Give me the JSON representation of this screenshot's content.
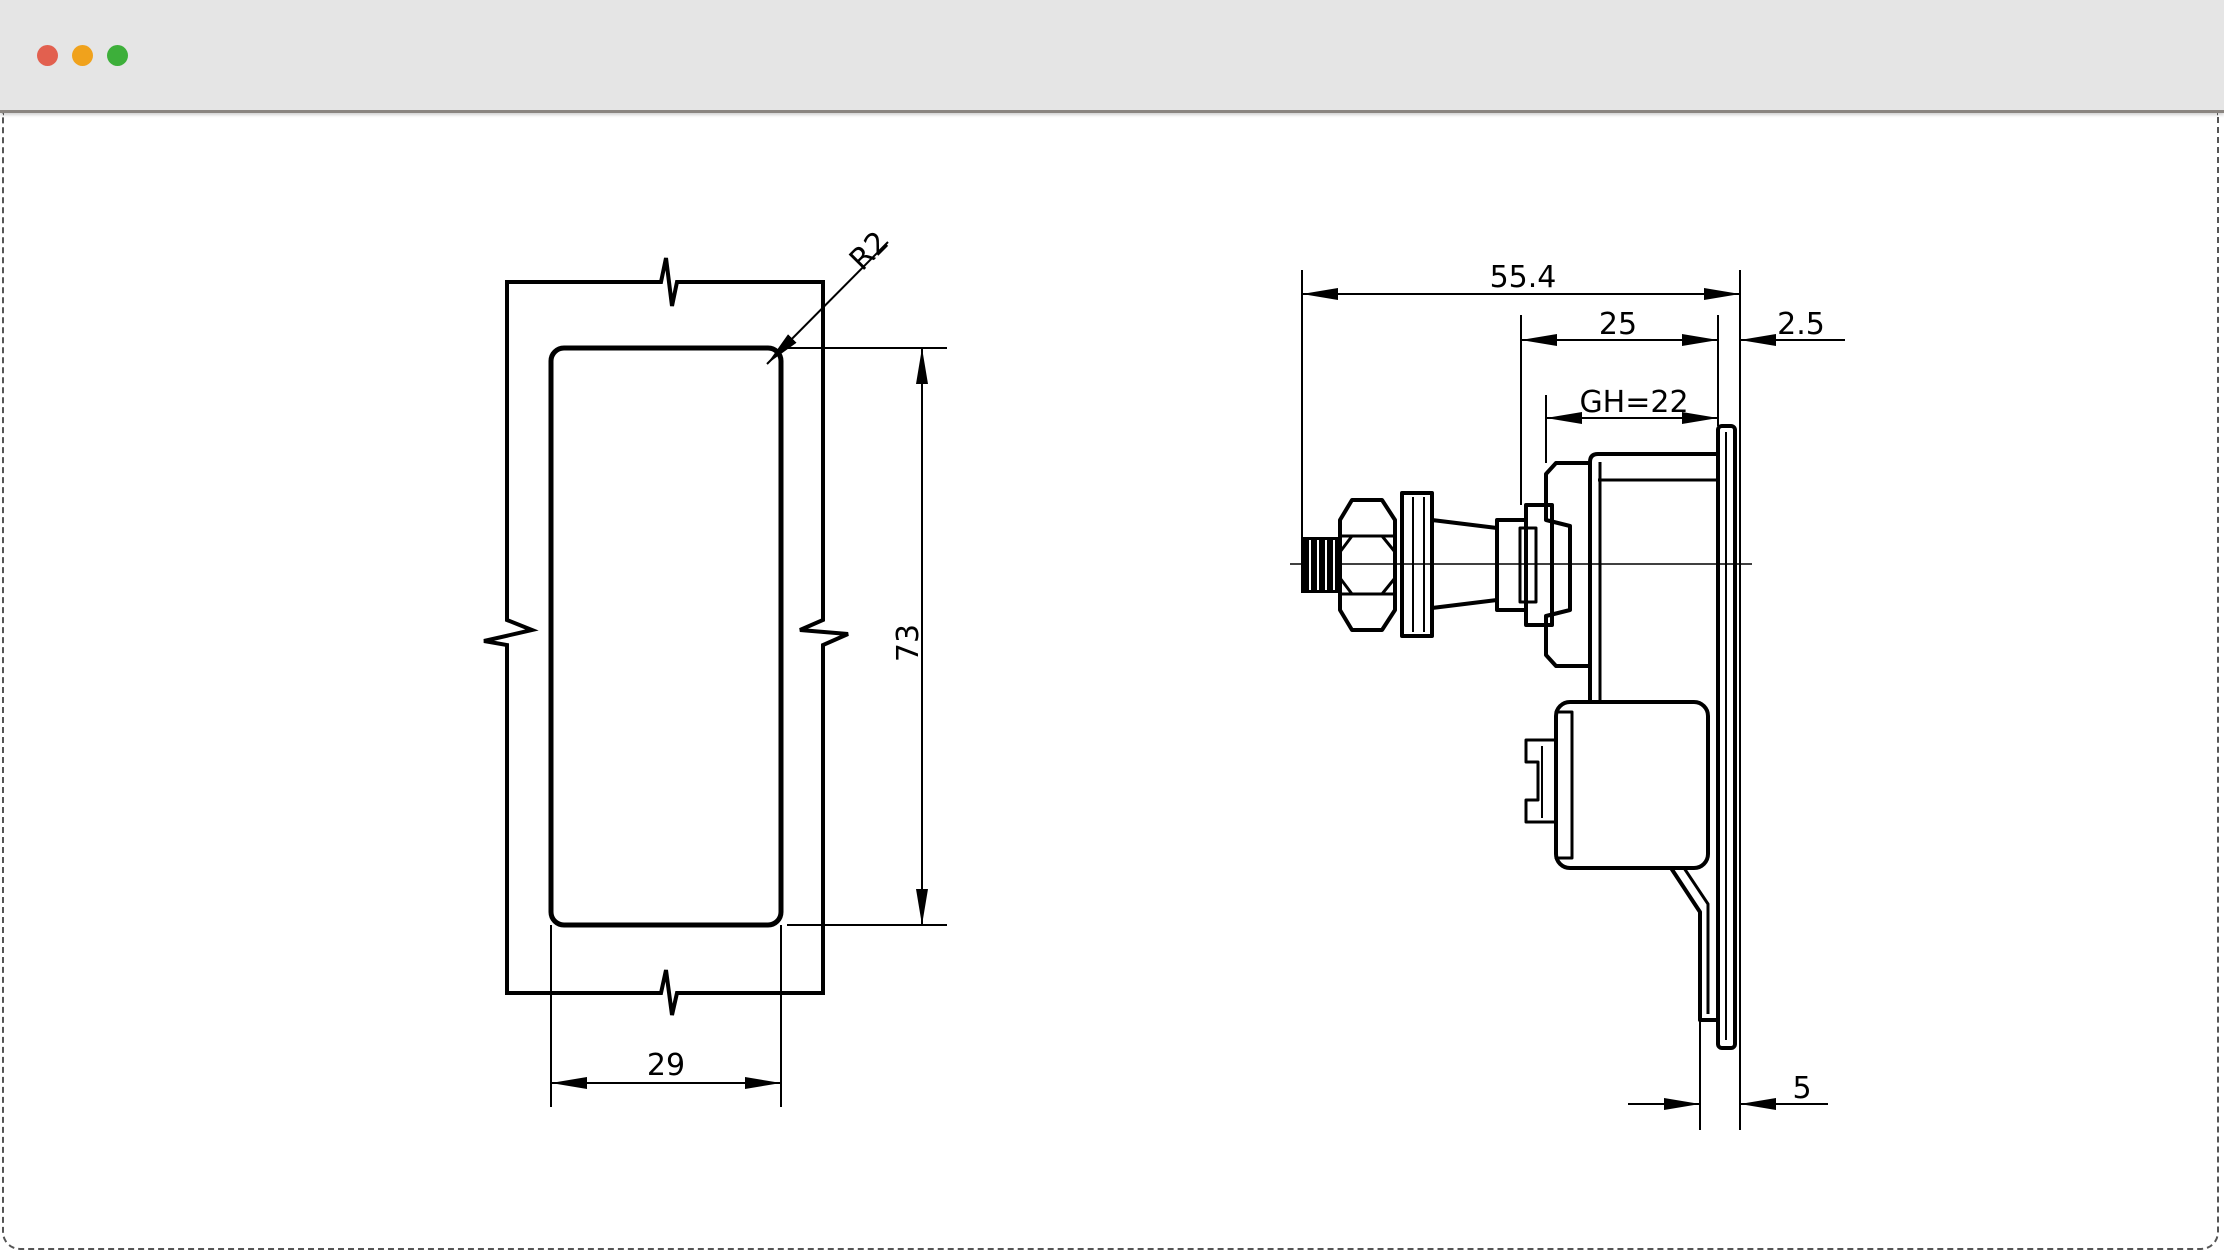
{
  "window": {
    "controls": [
      "close",
      "minimize",
      "maximize"
    ],
    "colors": {
      "close": "#e2604f",
      "minimize": "#f0a21c",
      "maximize": "#3daf3a"
    }
  },
  "drawing": {
    "front_view": {
      "radius_label": "R2",
      "height_label": "73",
      "width_label": "29"
    },
    "side_view": {
      "overall_label": "55.4",
      "body_label": "25",
      "plate_label": "2.5",
      "grip_label": "GH=22",
      "bracket_label": "5"
    }
  }
}
